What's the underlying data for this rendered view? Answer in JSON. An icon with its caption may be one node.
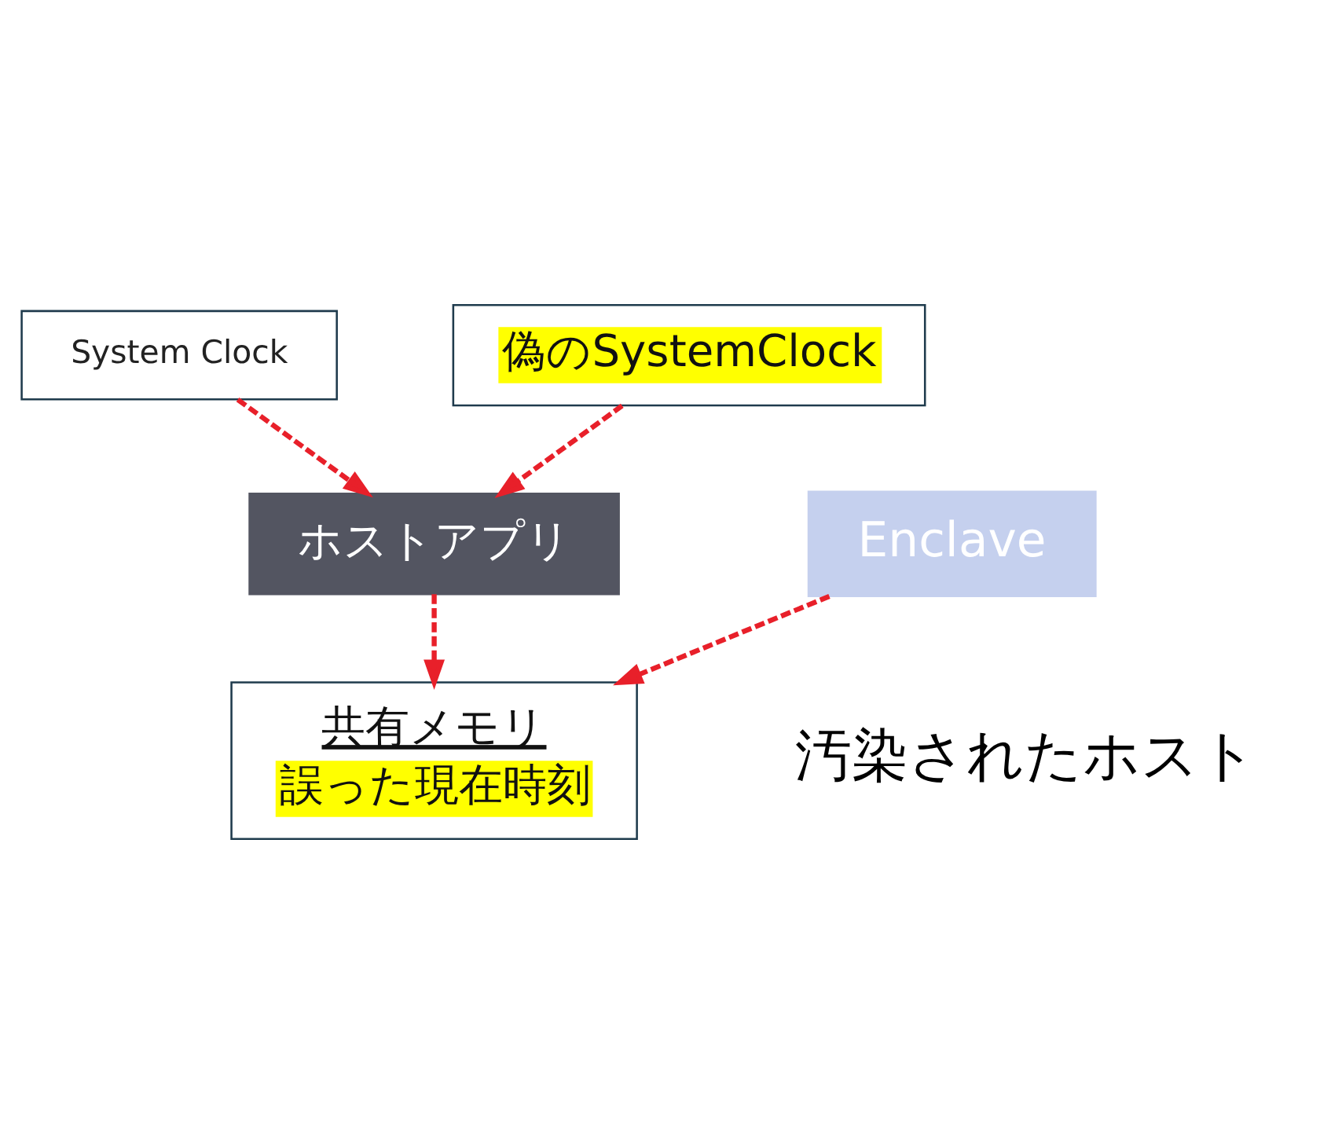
{
  "diagram": {
    "nodes": [
      {
        "text": [
          "System Clock"
        ]
      },
      {
        "text": [
          "偽のSystemClock"
        ]
      },
      {
        "text": [
          "ホストアプリ"
        ]
      },
      {
        "text": [
          "共有メモリ",
          "誤った現在時刻"
        ]
      },
      {
        "text": [
          "Enclave"
        ]
      }
    ],
    "edges": [
      {
        "from": 0,
        "to": 2,
        "arrow": "to",
        "style": "dashed"
      },
      {
        "from": 1,
        "to": 2,
        "arrow": "to",
        "style": "dashed"
      },
      {
        "from": 2,
        "to": 3,
        "arrow": "to",
        "style": "dashed"
      },
      {
        "from": 4,
        "to": 3,
        "arrow": "to",
        "style": "dashed"
      }
    ],
    "labels": [
      "汚染されたホスト"
    ]
  }
}
